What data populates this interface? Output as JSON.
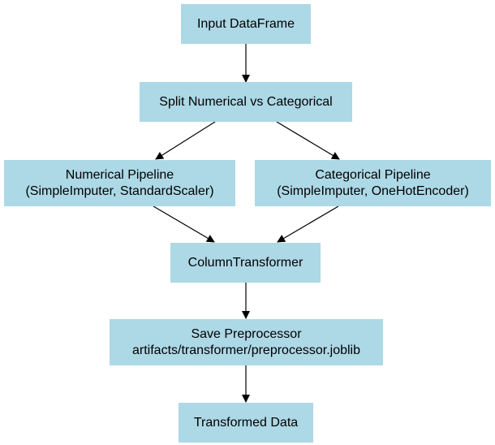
{
  "colors": {
    "node_fill": "#add8e6",
    "edge": "#000000",
    "text": "#000000",
    "background": "#ffffff"
  },
  "nodes": {
    "input": {
      "line1": "Input DataFrame"
    },
    "split": {
      "line1": "Split Numerical vs Categorical"
    },
    "numerical": {
      "line1": "Numerical Pipeline",
      "line2": "(SimpleImputer, StandardScaler)"
    },
    "categorical": {
      "line1": "Categorical Pipeline",
      "line2": "(SimpleImputer, OneHotEncoder)"
    },
    "column_transformer": {
      "line1": "ColumnTransformer"
    },
    "save": {
      "line1": "Save Preprocessor",
      "line2": "artifacts/transformer/preprocessor.joblib"
    },
    "output": {
      "line1": "Transformed Data"
    }
  },
  "edges": [
    {
      "from": "input",
      "to": "split"
    },
    {
      "from": "split",
      "to": "numerical"
    },
    {
      "from": "split",
      "to": "categorical"
    },
    {
      "from": "numerical",
      "to": "column_transformer"
    },
    {
      "from": "categorical",
      "to": "column_transformer"
    },
    {
      "from": "column_transformer",
      "to": "save"
    },
    {
      "from": "save",
      "to": "output"
    }
  ]
}
